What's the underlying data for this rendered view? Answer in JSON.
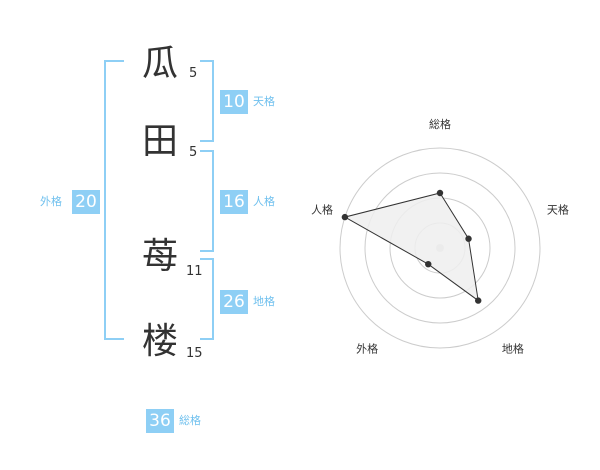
{
  "characters": [
    {
      "char": "瓜",
      "strokes": "5"
    },
    {
      "char": "田",
      "strokes": "5"
    },
    {
      "char": "苺",
      "strokes": "11"
    },
    {
      "char": "楼",
      "strokes": "15"
    }
  ],
  "kaku": {
    "ten": {
      "label": "天格",
      "value": "10"
    },
    "jin": {
      "label": "人格",
      "value": "16"
    },
    "chi": {
      "label": "地格",
      "value": "26"
    },
    "gai": {
      "label": "外格",
      "value": "20"
    },
    "sou": {
      "label": "総格",
      "value": "36"
    }
  },
  "chart_data": {
    "type": "radar",
    "axes": [
      "総格",
      "天格",
      "地格",
      "外格",
      "人格"
    ],
    "values": [
      0.55,
      0.3,
      0.65,
      0.2,
      1.0
    ],
    "rings": 4,
    "colors": {
      "fill": "#eeeeee",
      "stroke": "#333333",
      "ring": "#cccccc",
      "accent": "#8ecff5"
    }
  }
}
